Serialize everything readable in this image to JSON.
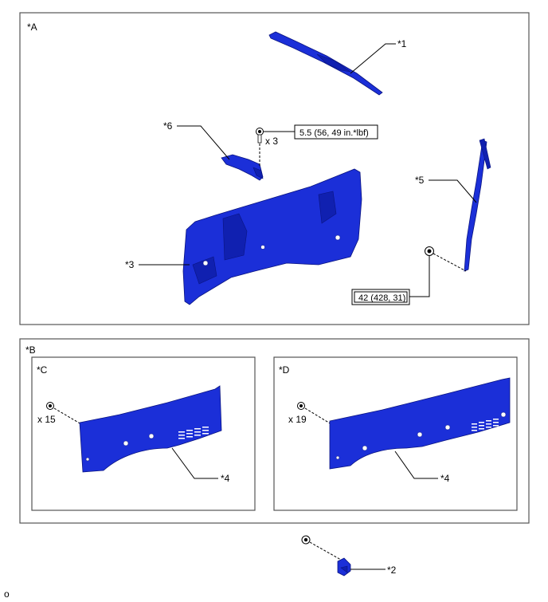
{
  "views": {
    "a": {
      "title": "*A"
    },
    "b": {
      "title": "*B"
    },
    "c": {
      "title": "*C",
      "qty": "x 15"
    },
    "d": {
      "title": "*D",
      "qty": "x 19"
    }
  },
  "callouts": {
    "p1": "*1",
    "p2": "*2",
    "p3": "*3",
    "p4c": "*4",
    "p4d": "*4",
    "p5": "*5",
    "p6": "*6"
  },
  "torques": {
    "bolt_top": "5.5 (56, 49 in.*lbf)",
    "bolt_top_qty": "x 3",
    "nut_right": "42 (428, 31)"
  },
  "footer_mark": "o",
  "colors": {
    "part_blue": "#1b2fd8",
    "outline": "#0a1480",
    "frame": "#555555"
  }
}
